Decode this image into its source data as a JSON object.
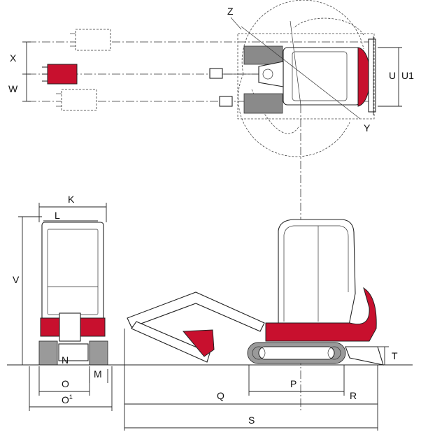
{
  "colors": {
    "accent": "#c8102e",
    "line": "#222222",
    "grey": "#8a8a8a"
  },
  "labels": {
    "Z": "Z",
    "X": "X",
    "W": "W",
    "Y": "Y",
    "U": "U",
    "U1": "U1",
    "K": "K",
    "L": "L",
    "V": "V",
    "N": "N",
    "M": "M",
    "O": "O",
    "O1_base": "O",
    "O1_sup": "1",
    "P": "P",
    "Q": "Q",
    "R": "R",
    "S": "S",
    "T": "T"
  }
}
